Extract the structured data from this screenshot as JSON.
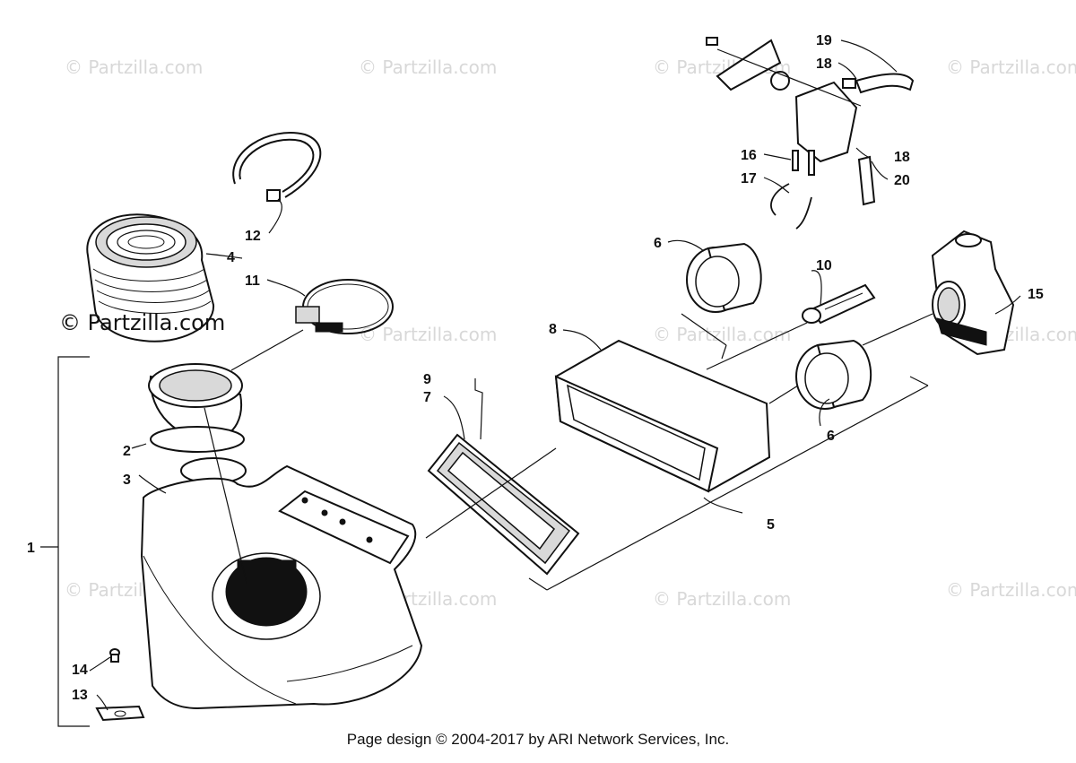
{
  "watermark_text": "© Partzilla.com",
  "watermark_highlight_text": "© Partzilla.com",
  "footer_text": "Page design © 2004-2017 by ARI Network Services, Inc.",
  "callouts": [
    "1",
    "2",
    "3",
    "4",
    "5",
    "6",
    "6",
    "7",
    "8",
    "9",
    "10",
    "11",
    "12",
    "13",
    "14",
    "15",
    "16",
    "17",
    "18",
    "18",
    "19",
    "20"
  ]
}
